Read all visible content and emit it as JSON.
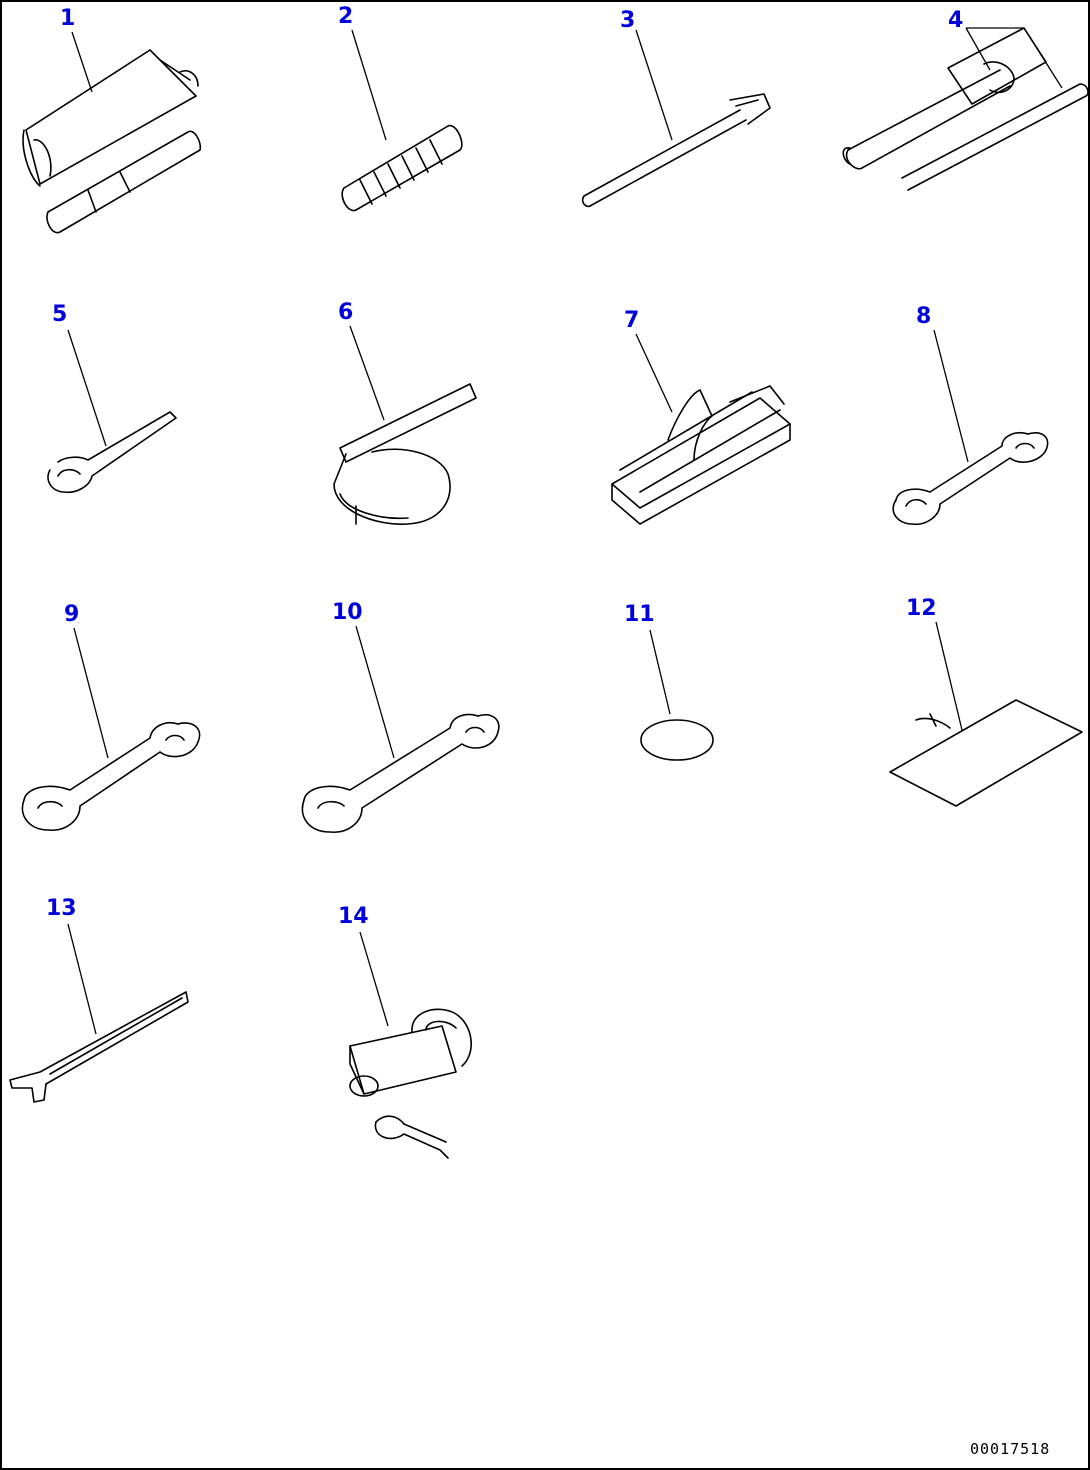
{
  "diagram": {
    "callouts": [
      {
        "id": "1",
        "label": "1",
        "part": "socket-wrench-set-icon"
      },
      {
        "id": "2",
        "label": "2",
        "part": "coil-spring-icon"
      },
      {
        "id": "3",
        "label": "3",
        "part": "extension-bar-icon"
      },
      {
        "id": "4",
        "label": "4",
        "part": "socket-handle-set-icon"
      },
      {
        "id": "5",
        "label": "5",
        "part": "open-end-wrench-icon"
      },
      {
        "id": "6",
        "label": "6",
        "part": "filter-strap-wrench-icon"
      },
      {
        "id": "7",
        "label": "7",
        "part": "tool-case-icon"
      },
      {
        "id": "8",
        "label": "8",
        "part": "double-open-wrench-icon"
      },
      {
        "id": "9",
        "label": "9",
        "part": "double-open-wrench-icon"
      },
      {
        "id": "10",
        "label": "10",
        "part": "double-open-wrench-icon"
      },
      {
        "id": "11",
        "label": "11",
        "part": "o-ring-icon"
      },
      {
        "id": "12",
        "label": "12",
        "part": "tag-plate-icon"
      },
      {
        "id": "13",
        "label": "13",
        "part": "long-wrench-icon"
      },
      {
        "id": "14",
        "label": "14",
        "part": "padlock-key-icon"
      }
    ],
    "drawing_id": "00017518"
  }
}
